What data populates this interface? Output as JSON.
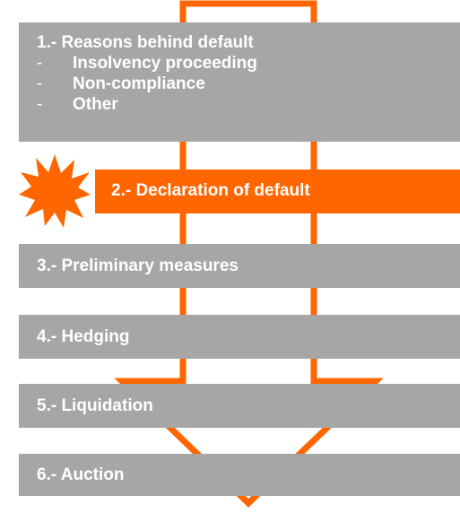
{
  "colors": {
    "accent": "#FF6600",
    "box": "#A6A6A6",
    "text": "#FFFFFF"
  },
  "steps": [
    {
      "title": "1.- Reasons behind default",
      "items": [
        "Insolvency proceeding",
        "Non-compliance",
        "Other"
      ]
    },
    {
      "title": "2.- Declaration of default",
      "highlight": true
    },
    {
      "title": "3.- Preliminary measures"
    },
    {
      "title": "4.- Hedging"
    },
    {
      "title": "5.- Liquidation"
    },
    {
      "title": "6.- Auction"
    }
  ],
  "list_marker": "-",
  "icons": {
    "highlight_marker": "starburst-icon"
  }
}
